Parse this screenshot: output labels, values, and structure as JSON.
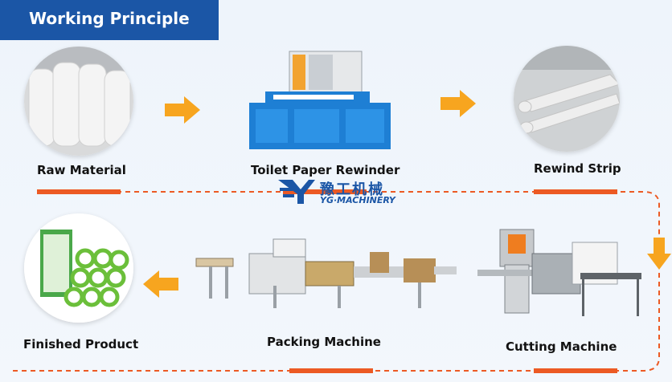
{
  "header": {
    "title": "Working Principle"
  },
  "steps": [
    {
      "label": "Raw Material"
    },
    {
      "label": "Toilet Paper Rewinder"
    },
    {
      "label": "Rewind Strip"
    },
    {
      "label": "Cutting Machine"
    },
    {
      "label": "Packing Machine"
    },
    {
      "label": "Finished Product"
    }
  ],
  "logo": {
    "chinese": "豫工机械",
    "english": "YG·MACHINERY"
  },
  "colors": {
    "accent": "#ec5a24",
    "brand": "#1b56a6",
    "arrow": "#f7a51f"
  }
}
